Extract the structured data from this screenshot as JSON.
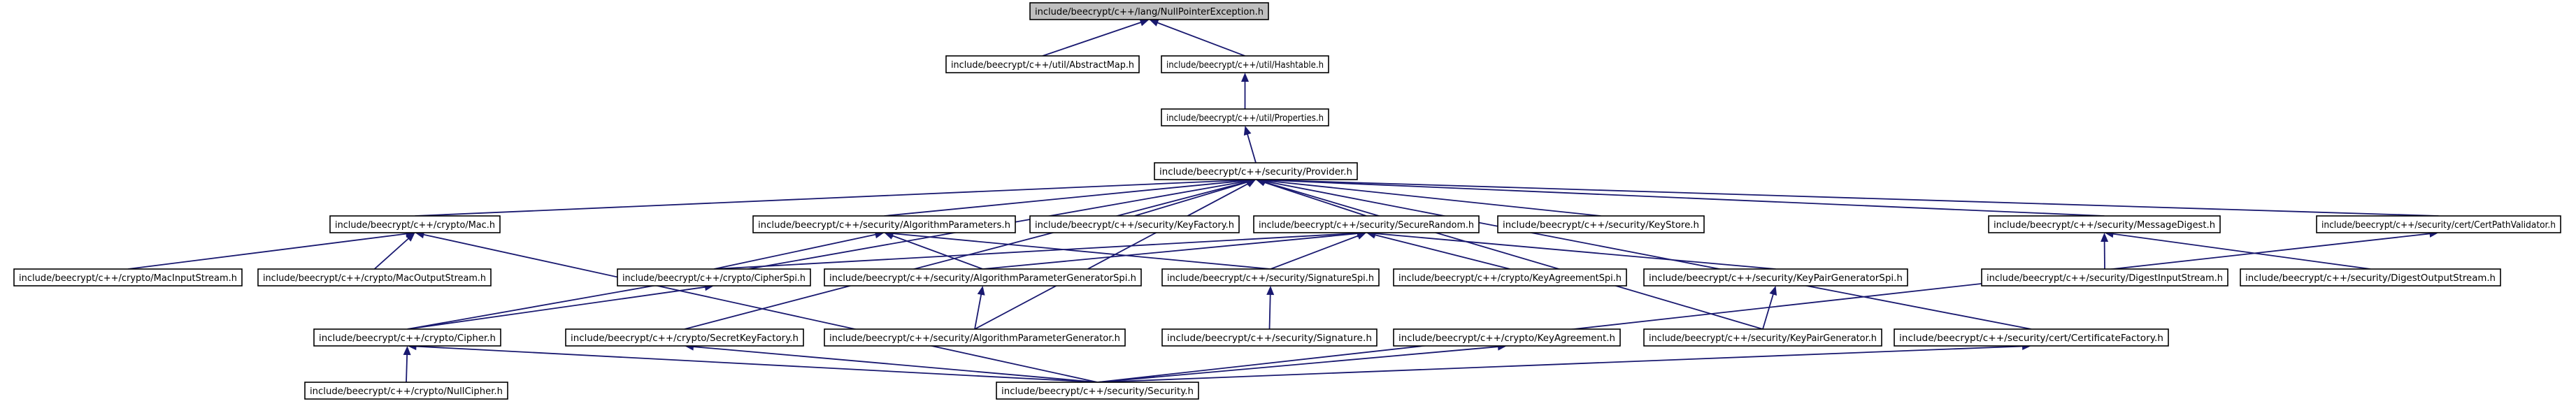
{
  "diagram": {
    "nodes": [
      {
        "id": "npe",
        "label": "include/beecrypt/c++/lang/NullPointerException.h",
        "root": true
      },
      {
        "id": "absmap",
        "label": "include/beecrypt/c++/util/AbstractMap.h"
      },
      {
        "id": "hashtable",
        "label": "include/beecrypt/c++/util/Hashtable.h"
      },
      {
        "id": "properties",
        "label": "include/beecrypt/c++/util/Properties.h"
      },
      {
        "id": "provider",
        "label": "include/beecrypt/c++/security/Provider.h"
      },
      {
        "id": "mac",
        "label": "include/beecrypt/c++/crypto/Mac.h"
      },
      {
        "id": "algparams",
        "label": "include/beecrypt/c++/security/AlgorithmParameters.h"
      },
      {
        "id": "keyfactory",
        "label": "include/beecrypt/c++/security/KeyFactory.h"
      },
      {
        "id": "securerandom",
        "label": "include/beecrypt/c++/security/SecureRandom.h"
      },
      {
        "id": "keystore",
        "label": "include/beecrypt/c++/security/KeyStore.h"
      },
      {
        "id": "msgdigest",
        "label": "include/beecrypt/c++/security/MessageDigest.h"
      },
      {
        "id": "certpath",
        "label": "include/beecrypt/c++/security/cert/CertPathValidator.h"
      },
      {
        "id": "macin",
        "label": "include/beecrypt/c++/crypto/MacInputStream.h"
      },
      {
        "id": "macout",
        "label": "include/beecrypt/c++/crypto/MacOutputStream.h"
      },
      {
        "id": "cipherspi",
        "label": "include/beecrypt/c++/crypto/CipherSpi.h"
      },
      {
        "id": "apgspi",
        "label": "include/beecrypt/c++/security/AlgorithmParameterGeneratorSpi.h"
      },
      {
        "id": "sigspi",
        "label": "include/beecrypt/c++/security/SignatureSpi.h"
      },
      {
        "id": "kaspi",
        "label": "include/beecrypt/c++/crypto/KeyAgreementSpi.h"
      },
      {
        "id": "kpgspi",
        "label": "include/beecrypt/c++/security/KeyPairGeneratorSpi.h"
      },
      {
        "id": "digin",
        "label": "include/beecrypt/c++/security/DigestInputStream.h"
      },
      {
        "id": "digout",
        "label": "include/beecrypt/c++/security/DigestOutputStream.h"
      },
      {
        "id": "cipher",
        "label": "include/beecrypt/c++/crypto/Cipher.h"
      },
      {
        "id": "skf",
        "label": "include/beecrypt/c++/crypto/SecretKeyFactory.h"
      },
      {
        "id": "apg",
        "label": "include/beecrypt/c++/security/AlgorithmParameterGenerator.h"
      },
      {
        "id": "signature",
        "label": "include/beecrypt/c++/security/Signature.h"
      },
      {
        "id": "keyagree",
        "label": "include/beecrypt/c++/crypto/KeyAgreement.h"
      },
      {
        "id": "kpg",
        "label": "include/beecrypt/c++/security/KeyPairGenerator.h"
      },
      {
        "id": "certfactory",
        "label": "include/beecrypt/c++/security/cert/CertificateFactory.h"
      },
      {
        "id": "nullcipher",
        "label": "include/beecrypt/c++/crypto/NullCipher.h"
      },
      {
        "id": "security",
        "label": "include/beecrypt/c++/security/Security.h"
      }
    ],
    "edges": [
      {
        "from": "absmap",
        "to": "npe"
      },
      {
        "from": "hashtable",
        "to": "npe"
      },
      {
        "from": "properties",
        "to": "hashtable"
      },
      {
        "from": "provider",
        "to": "properties"
      },
      {
        "from": "mac",
        "to": "provider"
      },
      {
        "from": "algparams",
        "to": "provider"
      },
      {
        "from": "keyfactory",
        "to": "provider"
      },
      {
        "from": "securerandom",
        "to": "provider"
      },
      {
        "from": "keystore",
        "to": "provider"
      },
      {
        "from": "msgdigest",
        "to": "provider"
      },
      {
        "from": "certpath",
        "to": "provider"
      },
      {
        "from": "cipher",
        "to": "provider"
      },
      {
        "from": "skf",
        "to": "provider"
      },
      {
        "from": "apg",
        "to": "provider"
      },
      {
        "from": "kpg",
        "to": "provider"
      },
      {
        "from": "certfactory",
        "to": "provider"
      },
      {
        "from": "macin",
        "to": "mac"
      },
      {
        "from": "macout",
        "to": "mac"
      },
      {
        "from": "security",
        "to": "mac"
      },
      {
        "from": "cipherspi",
        "to": "algparams"
      },
      {
        "from": "apgspi",
        "to": "algparams"
      },
      {
        "from": "sigspi",
        "to": "algparams"
      },
      {
        "from": "cipherspi",
        "to": "securerandom"
      },
      {
        "from": "apgspi",
        "to": "securerandom"
      },
      {
        "from": "sigspi",
        "to": "securerandom"
      },
      {
        "from": "kaspi",
        "to": "securerandom"
      },
      {
        "from": "kpgspi",
        "to": "securerandom"
      },
      {
        "from": "digin",
        "to": "msgdigest"
      },
      {
        "from": "digout",
        "to": "msgdigest"
      },
      {
        "from": "security",
        "to": "certpath"
      },
      {
        "from": "cipher",
        "to": "cipherspi"
      },
      {
        "from": "apg",
        "to": "apgspi"
      },
      {
        "from": "signature",
        "to": "sigspi"
      },
      {
        "from": "kpg",
        "to": "kpgspi"
      },
      {
        "from": "nullcipher",
        "to": "cipher"
      },
      {
        "from": "security",
        "to": "cipher"
      },
      {
        "from": "security",
        "to": "skf"
      },
      {
        "from": "security",
        "to": "keyagree"
      },
      {
        "from": "security",
        "to": "certfactory"
      }
    ]
  }
}
